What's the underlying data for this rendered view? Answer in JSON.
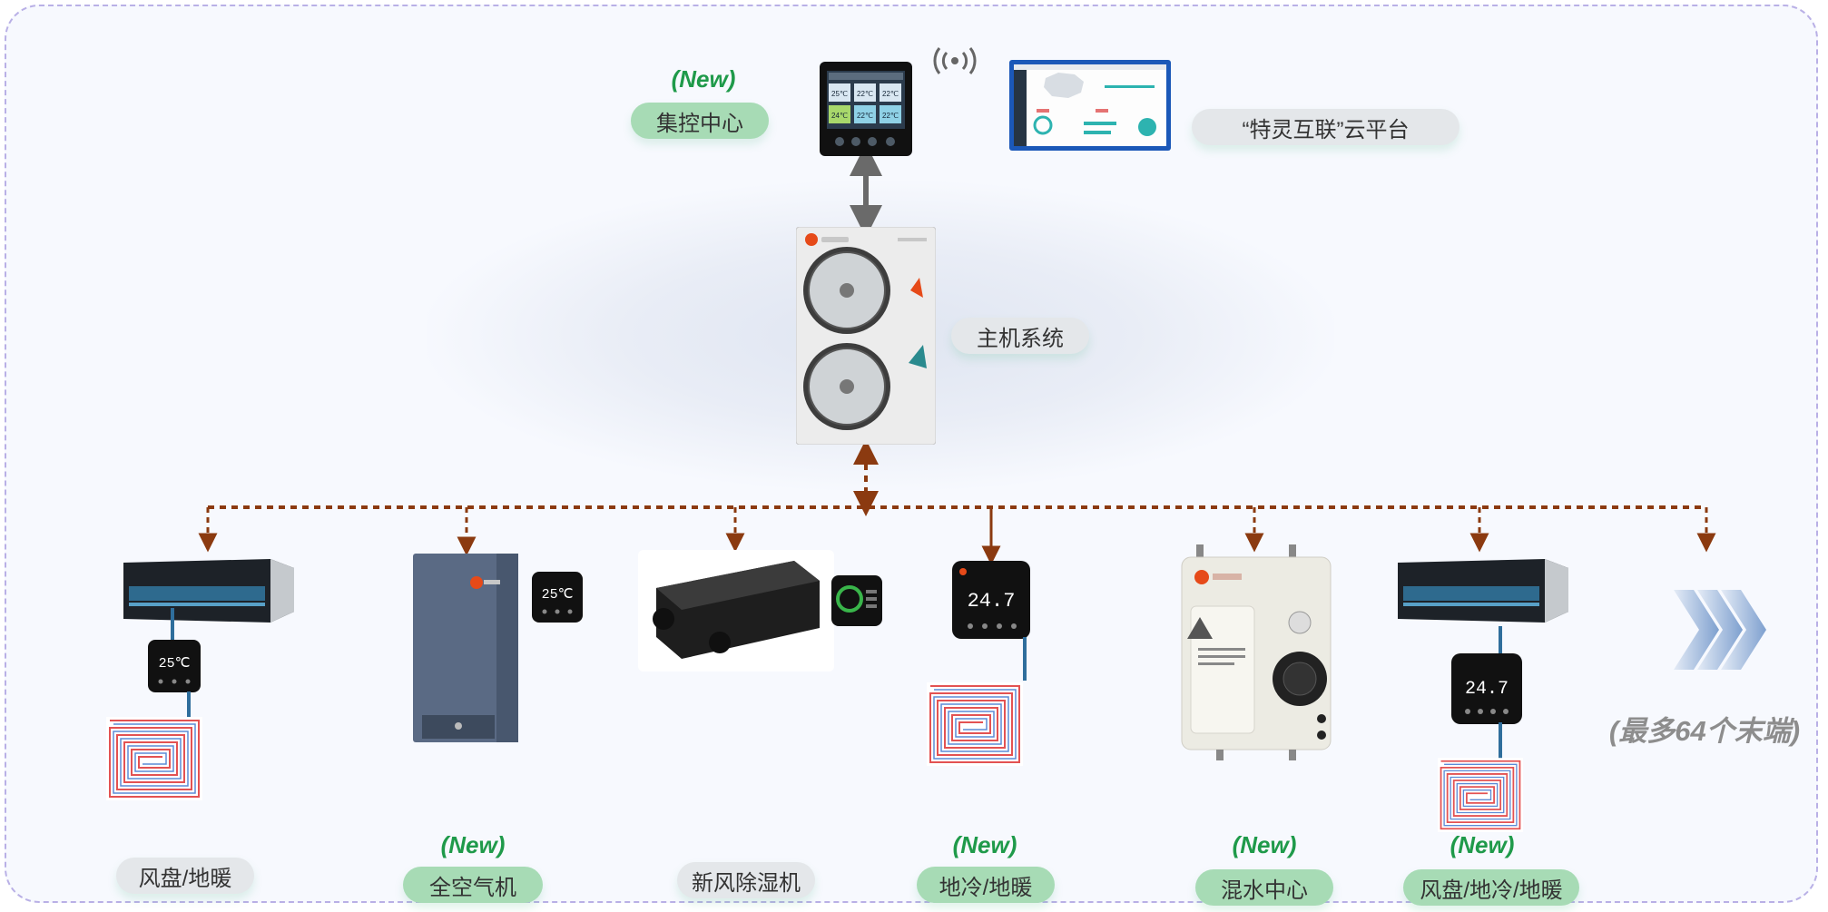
{
  "labels": {
    "center_control": "集控中心",
    "cloud_platform": "“特灵互联”云平台",
    "main_system": "主机系统",
    "more_terminals": "(最多64个末端)",
    "new_badge": "(New)"
  },
  "terminals": [
    {
      "label": "风盘/地暖",
      "is_new": false
    },
    {
      "label": "全空气机",
      "is_new": true
    },
    {
      "label": "新风除湿机",
      "is_new": false
    },
    {
      "label": "地冷/地暖",
      "is_new": true
    },
    {
      "label": "混水中心",
      "is_new": true
    },
    {
      "label": "风盘/地冷/地暖",
      "is_new": true
    }
  ],
  "panel_readouts": {
    "thermostat_a": "25℃",
    "thermostat_b": "24.7",
    "tiles": [
      "25℃",
      "22℃",
      "22℃",
      "24℃",
      "22℃",
      "22℃"
    ]
  },
  "colors": {
    "green_pill": "#a7dbb5",
    "gray_pill": "#e4e7ea",
    "new_text": "#1f9a4a",
    "link_brown": "#8b3a10",
    "link_gray": "#6a6a6a",
    "brand_red": "#e64a19",
    "frame_border": "#b9b0e6"
  },
  "icons": {
    "wireless": "wireless-signal-icon",
    "more": "triple-chevron-right-icon",
    "floor_heating": "floor-heating-coil-icon"
  }
}
